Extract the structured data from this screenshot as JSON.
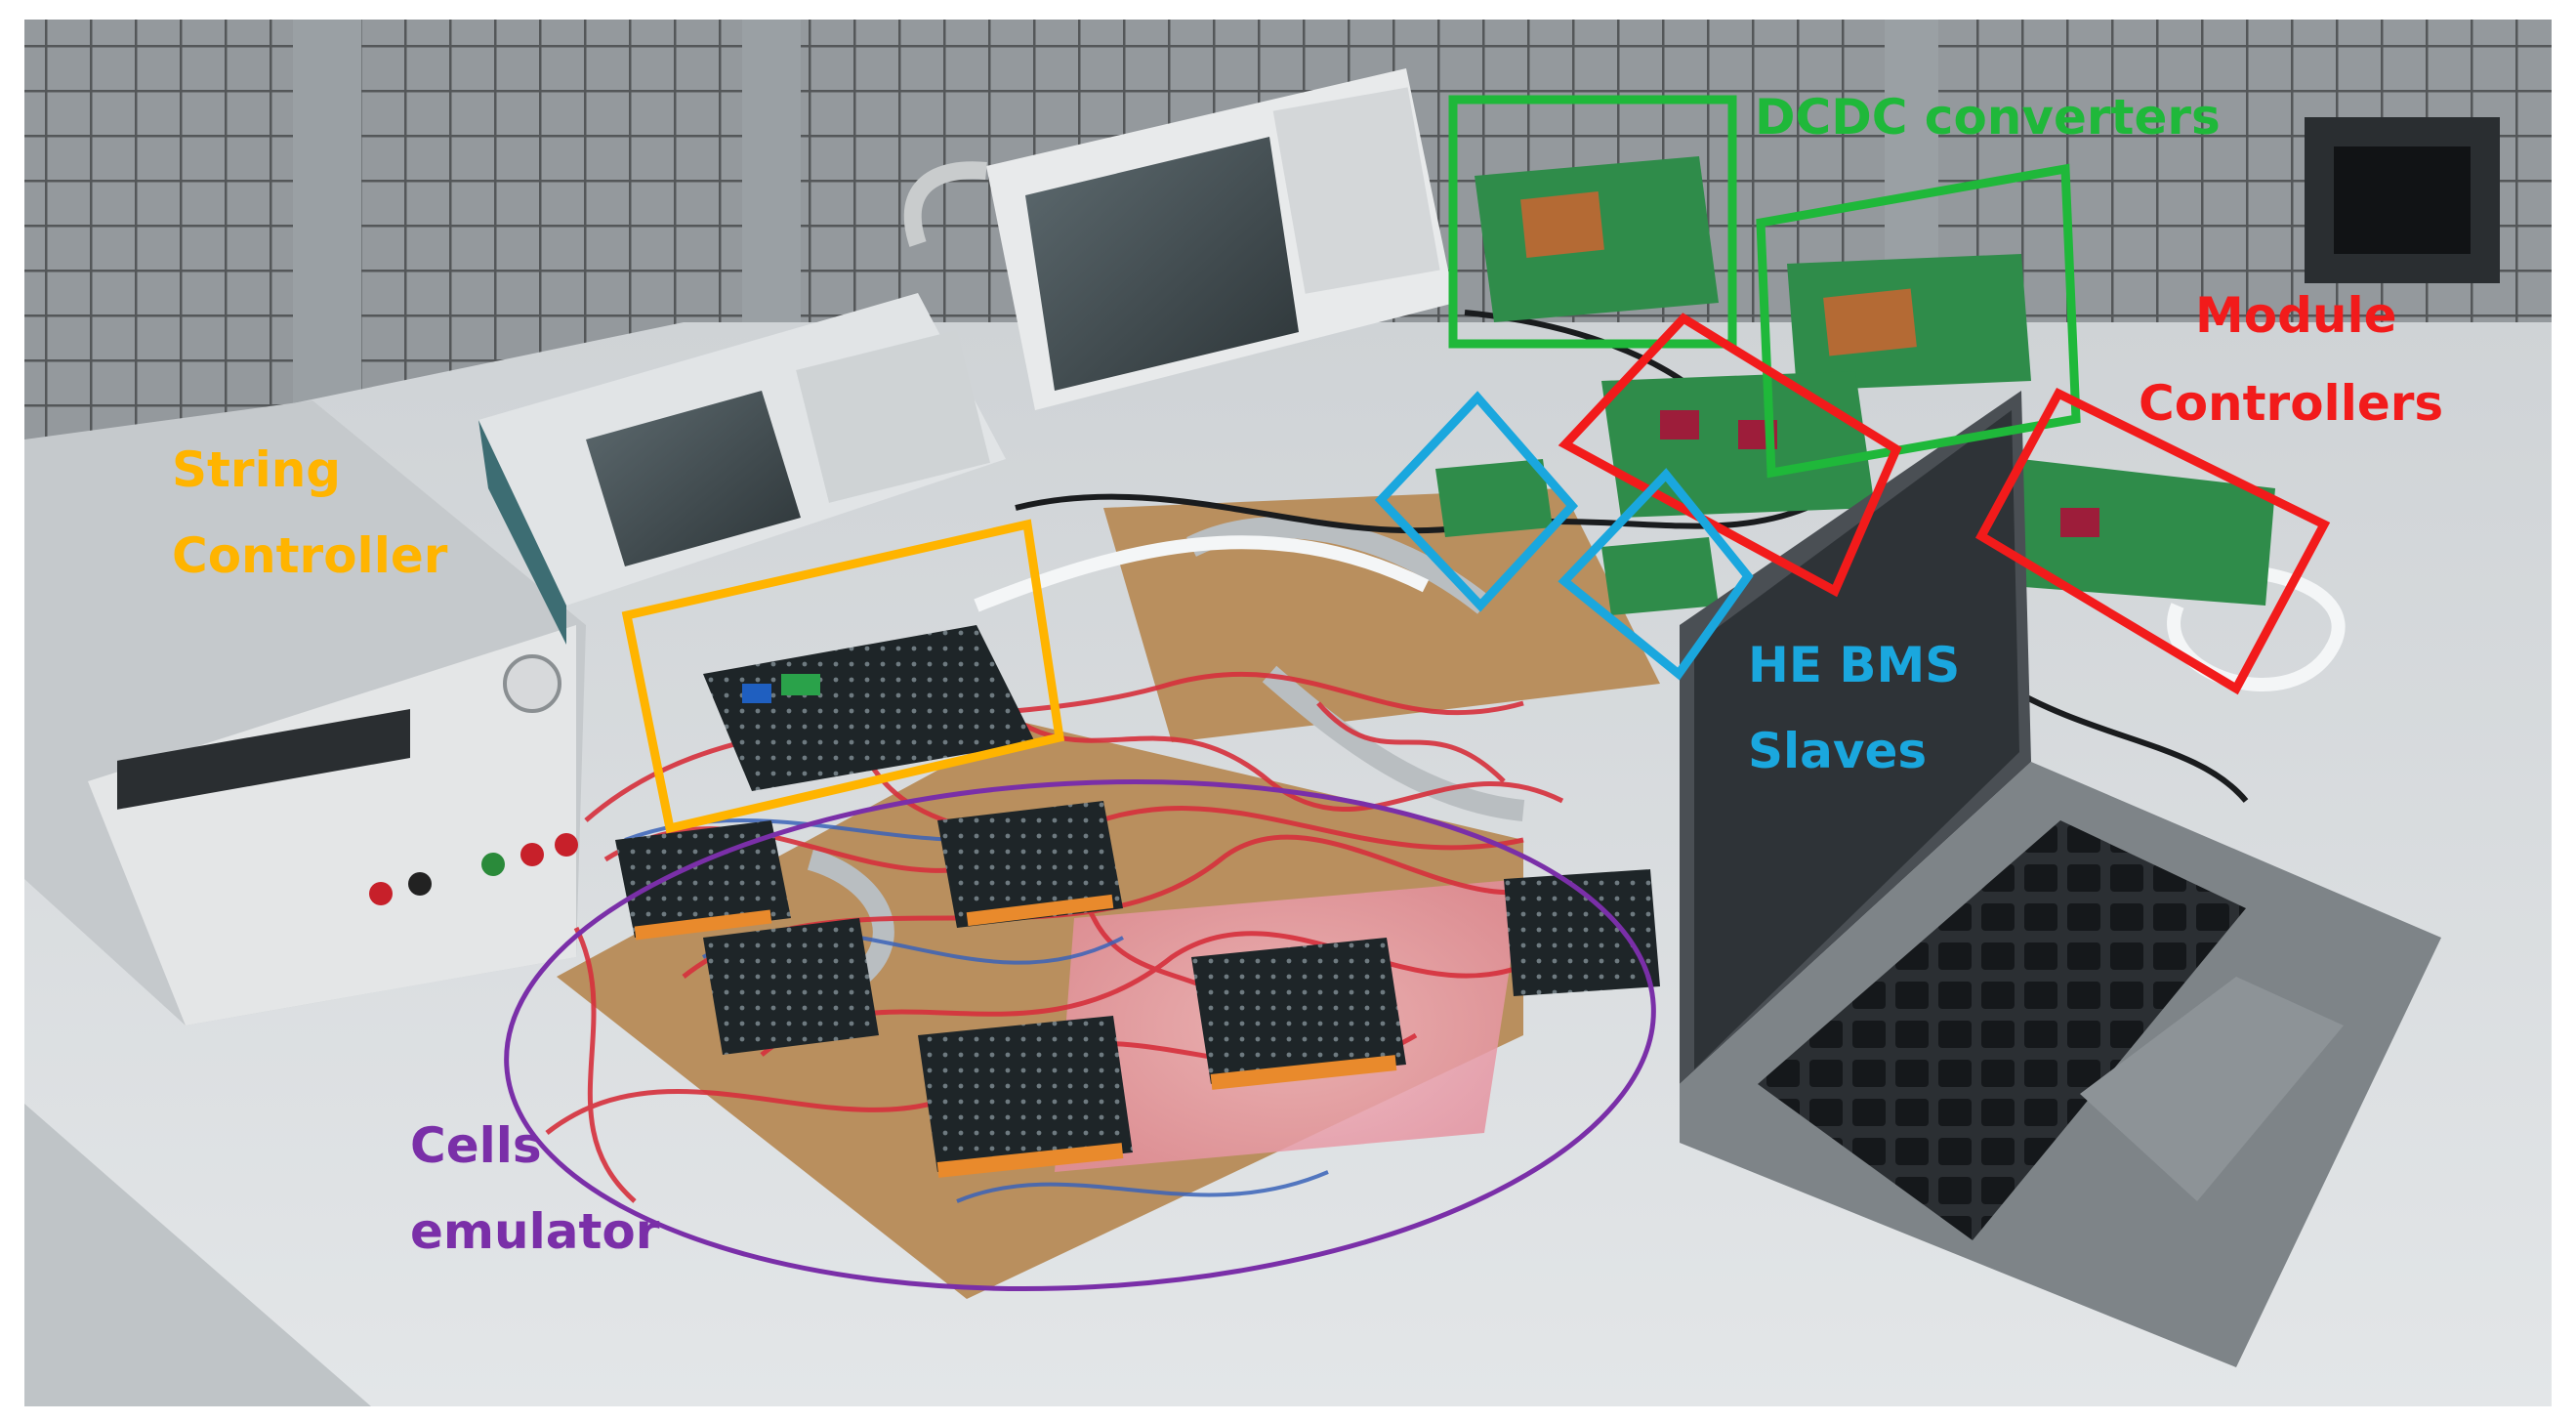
{
  "colors": {
    "green_annotation": "#1FB83A",
    "red_annotation": "#F21B1B",
    "blue_annotation": "#1AA7DE",
    "orange_annotation": "#FFB400",
    "purple_annotation": "#7A2FA8",
    "bench_surface": "#D9DCDF",
    "cage_mesh": "#3A3D40",
    "pcb_dark": "#1E2528",
    "pcb_green": "#2F8C4A",
    "wire_red": "#D6303C"
  },
  "labels": {
    "dcdc": "DCDC converters",
    "module_line1": "Module",
    "module_line2": "Controllers",
    "string_line1": "String",
    "string_line2": "Controller",
    "he_line1": "HE BMS",
    "he_line2": "Slaves",
    "cells_line1": "Cells",
    "cells_line2": "emulator"
  },
  "objects": [
    "wire-mesh-cage",
    "power-supply",
    "oscilloscope-left",
    "oscilloscope-right",
    "string-controller-board",
    "dcdc-converter-boards",
    "module-controller-boards",
    "he-bms-slave-boards",
    "cell-emulator-boards",
    "laptop"
  ],
  "icons": [
    "wire-mesh",
    "oscilloscope-screen",
    "keyboard",
    "touchpad"
  ]
}
